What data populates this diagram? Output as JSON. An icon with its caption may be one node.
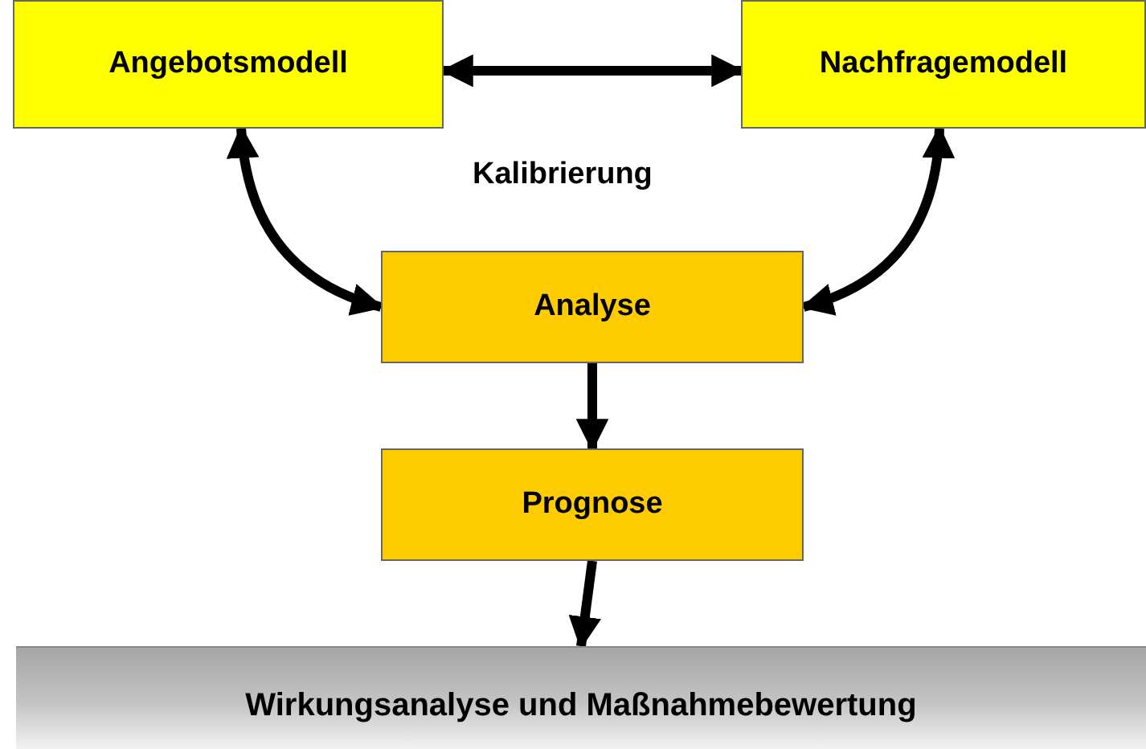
{
  "diagram": {
    "nodes": [
      {
        "text": [
          "Angebotsmodell"
        ]
      },
      {
        "text": [
          "Nachfragemodell"
        ]
      },
      {
        "text": [
          "Analyse"
        ]
      },
      {
        "text": [
          "Prognose"
        ]
      },
      {
        "text": [
          "Wirkungsanalyse und Maßnahmebewertung"
        ]
      }
    ],
    "edges": [
      {
        "from": 0,
        "to": 1,
        "arrow": "both"
      },
      {
        "from": 0,
        "to": 2,
        "arrow": "both"
      },
      {
        "from": 1,
        "to": 2,
        "arrow": "both"
      },
      {
        "from": 2,
        "to": 3,
        "arrow": "to"
      },
      {
        "from": 3,
        "to": 4,
        "arrow": "to"
      }
    ],
    "labels": [
      "Kalibrierung"
    ]
  }
}
